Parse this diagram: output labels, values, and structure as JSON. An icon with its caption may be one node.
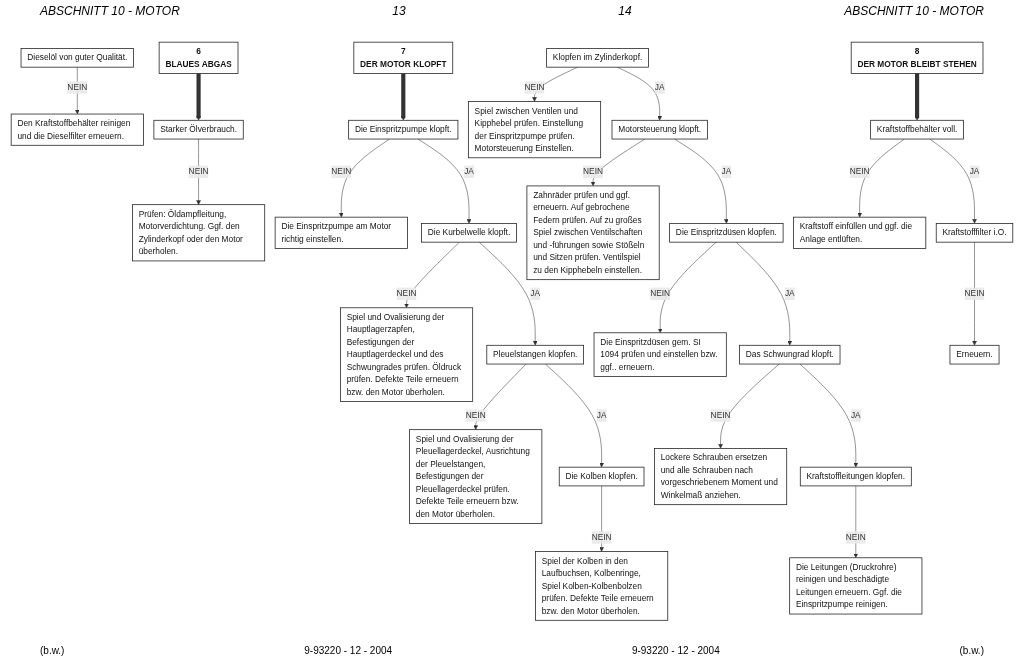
{
  "diagram": {
    "nodes": [
      {
        "text": [
          "Dieselöl von guter Qualität."
        ]
      },
      {
        "text": [
          "Den Kraftstoffbehälter reinigen und die Dieselfilter erneuern."
        ]
      },
      {
        "text": [
          "6",
          "BLAUES ABGAS"
        ]
      },
      {
        "text": [
          "Starker Ölverbrauch."
        ]
      },
      {
        "text": [
          "Prüfen: Öldampfleitung, Motorverdichtung. Ggf. den Zylinderkopf oder den Motor überholen."
        ]
      },
      {
        "text": [
          "7",
          "DER MOTOR KLOPFT"
        ]
      },
      {
        "text": [
          "Die Einspritzpumpe klopft."
        ]
      },
      {
        "text": [
          "Die Einspritzpumpe am Motor richtig einstellen."
        ]
      },
      {
        "text": [
          "Die Kurbelwelle klopft."
        ]
      },
      {
        "text": [
          "Spiel und Ovalisierung der Hauptlagerzapfen, Befestigungen der Hauptlagerdeckel und des Schwungrades prüfen. Öldruck prüfen. Defekte Teile erneuern bzw. den Motor überholen."
        ]
      },
      {
        "text": [
          "Pleuelstangen klopfen."
        ]
      },
      {
        "text": [
          "Spiel und Ovalisierung der Pleuellagerdeckel, Ausrichtung der Pleuelstangen, Befestigungen der Pleuellagerdeckel prüfen. Defekte Teile erneuern bzw. den Motor überholen."
        ]
      },
      {
        "text": [
          "Die Kolben klopfen."
        ]
      },
      {
        "text": [
          "Spiel der Kolben in den Laufbuchsen, Kolbenringe, Spiel Kolben-Kolbenbolzen prüfen. Defekte Teile erneuern bzw. den Motor überholen."
        ]
      },
      {
        "text": [
          "Klopfen im Zylinderkopf."
        ]
      },
      {
        "text": [
          "Spiel zwischen Ventilen und Kipphebel prüfen. Einstellung der Einspritzpumpe prüfen. Motorsteuerung Einstellen."
        ]
      },
      {
        "text": [
          "Motorsteuerung klopft."
        ]
      },
      {
        "text": [
          "Zahnräder prüfen und ggf. erneuern. Auf gebrochene Federn prüfen. Auf zu großes Spiel zwischen Ventilschaften und -führungen sowie Stößeln und Sitzen prüfen. Ventilspiel zu den Kipphebeln einstellen."
        ]
      },
      {
        "text": [
          "Die Einspritzdüsen klopfen."
        ]
      },
      {
        "text": [
          "Die Einspritzdüsen gem. SI 1094 prüfen und einstellen bzw. ggf.. erneuern."
        ]
      },
      {
        "text": [
          "Das Schwungrad klopft."
        ]
      },
      {
        "text": [
          "Lockere Schrauben ersetzen und alle Schrauben nach vorgeschriebenem Moment und Winkelmaß anziehen."
        ]
      },
      {
        "text": [
          "Kraftstoffleitungen klopfen."
        ]
      },
      {
        "text": [
          "Die Leitungen (Druckrohre) reinigen und beschädigte Leitungen erneuern. Ggf. die Einspritzpumpe reinigen."
        ]
      },
      {
        "text": [
          "8",
          "DER MOTOR BLEIBT STEHEN"
        ]
      },
      {
        "text": [
          "Kraftstoffbehälter voll."
        ]
      },
      {
        "text": [
          "Kraftstoff einfüllen und ggf. die Anlage entlüften."
        ]
      },
      {
        "text": [
          "Kraftstofffilter i.O."
        ]
      },
      {
        "text": [
          "Erneuern."
        ]
      }
    ],
    "edges": [
      {
        "from": 0,
        "to": 1,
        "arrow": "to",
        "label": "NEIN"
      },
      {
        "from": 2,
        "to": 3,
        "arrow": "to",
        "style": "thick"
      },
      {
        "from": 3,
        "to": 4,
        "arrow": "to",
        "label": "NEIN"
      },
      {
        "from": 5,
        "to": 6,
        "arrow": "to",
        "style": "thick"
      },
      {
        "from": 6,
        "to": 7,
        "arrow": "to",
        "label": "NEIN"
      },
      {
        "from": 6,
        "to": 8,
        "arrow": "to",
        "label": "JA"
      },
      {
        "from": 8,
        "to": 9,
        "arrow": "to",
        "label": "NEIN"
      },
      {
        "from": 8,
        "to": 10,
        "arrow": "to",
        "label": "JA"
      },
      {
        "from": 10,
        "to": 11,
        "arrow": "to",
        "label": "NEIN"
      },
      {
        "from": 10,
        "to": 12,
        "arrow": "to",
        "label": "JA"
      },
      {
        "from": 12,
        "to": 13,
        "arrow": "to",
        "label": "NEIN"
      },
      {
        "from": 14,
        "to": 15,
        "arrow": "to",
        "label": "NEIN"
      },
      {
        "from": 14,
        "to": 16,
        "arrow": "to",
        "label": "JA"
      },
      {
        "from": 16,
        "to": 17,
        "arrow": "to",
        "label": "NEIN"
      },
      {
        "from": 16,
        "to": 18,
        "arrow": "to",
        "label": "JA"
      },
      {
        "from": 18,
        "to": 19,
        "arrow": "to",
        "label": "NEIN"
      },
      {
        "from": 18,
        "to": 20,
        "arrow": "to",
        "label": "JA"
      },
      {
        "from": 20,
        "to": 21,
        "arrow": "to",
        "label": "NEIN"
      },
      {
        "from": 20,
        "to": 22,
        "arrow": "to",
        "label": "JA"
      },
      {
        "from": 22,
        "to": 23,
        "arrow": "to",
        "label": "NEIN"
      },
      {
        "from": 24,
        "to": 25,
        "arrow": "to",
        "style": "thick"
      },
      {
        "from": 25,
        "to": 26,
        "arrow": "to",
        "label": "NEIN"
      },
      {
        "from": 25,
        "to": 27,
        "arrow": "to",
        "label": "JA"
      },
      {
        "from": 27,
        "to": 28,
        "arrow": "to",
        "label": "NEIN"
      }
    ],
    "labels": [
      "ABSCHNITT 10 - MOTOR",
      "13",
      "14",
      "ABSCHNITT 10 - MOTOR",
      "(b.w.)",
      "9-93220 - 12 - 2004",
      "9-93220 - 12 - 2004",
      "(b.w.)"
    ]
  }
}
